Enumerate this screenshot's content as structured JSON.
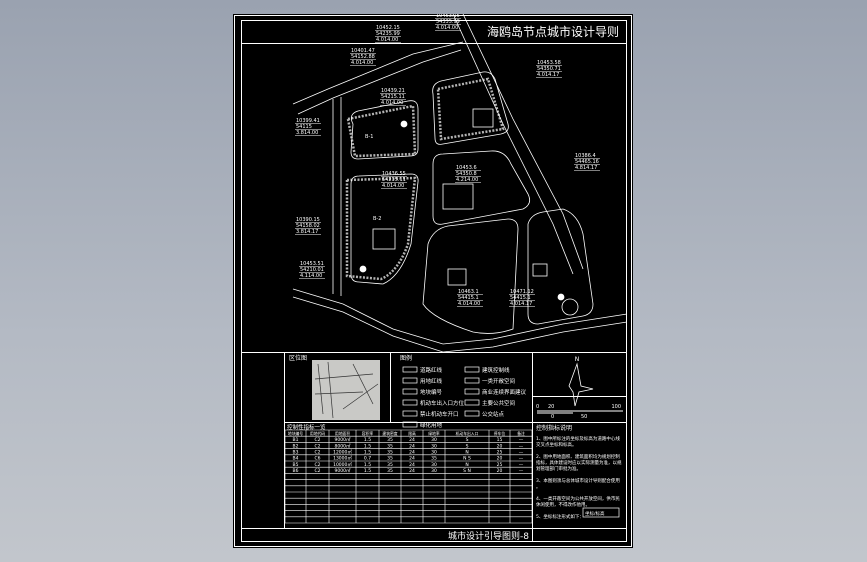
{
  "title": "海鸥岛节点城市设计导则",
  "drawing_name": "城市设计引导图则-8",
  "map": {
    "parcels": [
      "B-1",
      "B-2"
    ],
    "elevation_labels": [
      [
        "10452.15",
        "54235.99",
        "4.014.00"
      ],
      [
        "10453.15",
        "54335.99",
        "4.014.00"
      ],
      [
        "10401.47",
        "54152.88",
        "4.014.00"
      ],
      [
        "10453.58",
        "54350.71",
        "4.014.17"
      ],
      [
        "10439.21",
        "54215.11",
        "4.014.00"
      ],
      [
        "10399.41",
        "54115",
        "3.814.00"
      ],
      [
        "10436.55",
        "54215.11",
        "4.014.00"
      ],
      [
        "10453.6",
        "54350.8",
        "4.214.00"
      ],
      [
        "10386.4",
        "54465.16",
        "4.814.17"
      ],
      [
        "10390.15",
        "54158.02",
        "3.814.17"
      ],
      [
        "10453.51",
        "54210.01",
        "4.114.00"
      ],
      [
        "10463.1",
        "54415.1",
        "4.014.00"
      ],
      [
        "10471.12",
        "54415.1",
        "4.014.17"
      ]
    ]
  },
  "location": {
    "title": "区位图"
  },
  "legend": {
    "title": "图例",
    "items": [
      "道路红线",
      "用地红线",
      "地块编号",
      "机动车出入口方位",
      "禁止机动车开口",
      "绿化用地",
      "建筑控制线",
      "一类开敞空间",
      "商业连续界面建议",
      "主要公共空间",
      "公交站点"
    ]
  },
  "north": {
    "label": "N"
  },
  "scale": {
    "labels": [
      "0",
      "20",
      "100",
      "50"
    ]
  },
  "table": {
    "title": "控制性指标一览",
    "headers": [
      "地块编号",
      "用地代码",
      "用地面积",
      "容积率",
      "建筑密度",
      "限高",
      "绿地率",
      "机动车出入口",
      "停车位",
      "备注"
    ],
    "rows": [
      [
        "B1",
        "C2",
        "9000㎡",
        "1.5",
        "35",
        "24",
        "30",
        "S",
        "15",
        "—"
      ],
      [
        "B2",
        "C2",
        "8000㎡",
        "1.5",
        "35",
        "24",
        "30",
        "S",
        "20",
        "—"
      ],
      [
        "B3",
        "C2",
        "12000㎡",
        "1.5",
        "35",
        "24",
        "30",
        "N",
        "25",
        "—"
      ],
      [
        "B4",
        "C6",
        "13000㎡",
        "0.7",
        "35",
        "24",
        "35",
        "N S",
        "20",
        "—"
      ],
      [
        "B5",
        "C2",
        "10000㎡",
        "1.5",
        "35",
        "24",
        "30",
        "N",
        "25",
        "—"
      ],
      [
        "B6",
        "C2",
        "9000㎡",
        "1.5",
        "35",
        "24",
        "30",
        "S N",
        "20",
        "—"
      ]
    ],
    "empty_rows": 8
  },
  "notes": {
    "title": "控制指标说明",
    "items": [
      "1、图中所标注的坐标及标高为道路中心线交叉点坐标和标高。",
      "2、图中用地面积、建筑面积均为规划控制指标，具体建设时应以实际测量为准，以规划管理部门审批为准。",
      "3、本图则须与总体城市设计导则配合使用。",
      "4、一类开敞空间为公共开放空间，供市民休闲使用，不得改作他用。",
      "5、坐标标注形式如下："
    ],
    "coord_sample": "坐标/标高"
  }
}
